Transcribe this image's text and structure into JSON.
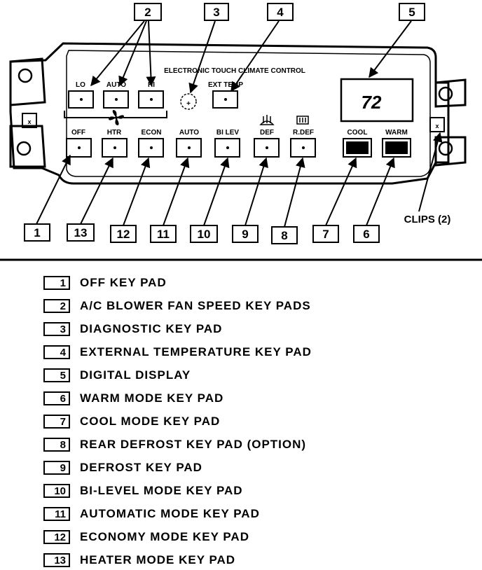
{
  "panel": {
    "title": "ELECTRONIC TOUCH CLIMATE CONTROL",
    "display_value": "72",
    "top_keys": [
      {
        "id": "lo",
        "label": "LO"
      },
      {
        "id": "auto-fan",
        "label": "AUTO"
      },
      {
        "id": "hi",
        "label": "HI"
      },
      {
        "id": "ext-temp",
        "label": "EXT TEMP"
      }
    ],
    "diagnostic_symbol": "+",
    "bottom_keys": [
      {
        "id": "off",
        "label": "OFF"
      },
      {
        "id": "htr",
        "label": "HTR"
      },
      {
        "id": "econ",
        "label": "ECON"
      },
      {
        "id": "auto",
        "label": "AUTO"
      },
      {
        "id": "bilev",
        "label": "BI LEV"
      },
      {
        "id": "def",
        "label": "DEF"
      },
      {
        "id": "rdef",
        "label": "R.DEF"
      },
      {
        "id": "cool",
        "label": "COOL"
      },
      {
        "id": "warm",
        "label": "WARM"
      }
    ]
  },
  "callouts": {
    "top": [
      "2",
      "3",
      "4",
      "5"
    ],
    "bottom": [
      "1",
      "13",
      "12",
      "11",
      "10",
      "9",
      "8",
      "7",
      "6"
    ]
  },
  "clips_label": "CLIPS (2)",
  "legend": [
    {
      "num": "1",
      "text": "OFF KEY PAD"
    },
    {
      "num": "2",
      "text": "A/C BLOWER FAN SPEED KEY PADS"
    },
    {
      "num": "3",
      "text": "DIAGNOSTIC KEY PAD"
    },
    {
      "num": "4",
      "text": "EXTERNAL TEMPERATURE KEY PAD"
    },
    {
      "num": "5",
      "text": "DIGITAL DISPLAY"
    },
    {
      "num": "6",
      "text": "WARM MODE KEY PAD"
    },
    {
      "num": "7",
      "text": "COOL MODE KEY PAD"
    },
    {
      "num": "8",
      "text": "REAR DEFROST KEY PAD (OPTION)"
    },
    {
      "num": "9",
      "text": "DEFROST KEY PAD"
    },
    {
      "num": "10",
      "text": "BI-LEVEL MODE KEY PAD"
    },
    {
      "num": "11",
      "text": "AUTOMATIC MODE KEY PAD"
    },
    {
      "num": "12",
      "text": "ECONOMY MODE KEY PAD"
    },
    {
      "num": "13",
      "text": "HEATER MODE KEY PAD"
    }
  ]
}
